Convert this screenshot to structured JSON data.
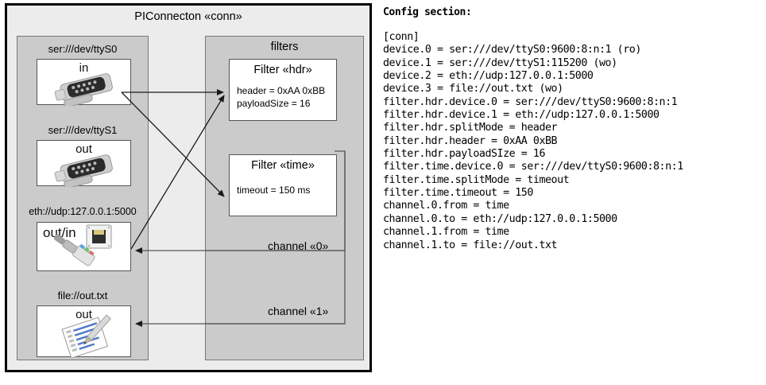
{
  "diagram": {
    "title": "PIConnecton «conn»",
    "devices_panel": {
      "items": [
        {
          "label": "ser:///dev/ttyS0",
          "io": "in",
          "icon": "serial-port-icon"
        },
        {
          "label": "ser:///dev/ttyS1",
          "io": "out",
          "icon": "serial-port-icon"
        },
        {
          "label": "eth://udp:127.0.0.1:5000",
          "io": "out/in",
          "icon": "ethernet-jack-icon"
        },
        {
          "label": "file://out.txt",
          "io": "out",
          "icon": "document-pencil-icon"
        }
      ]
    },
    "filters_panel": {
      "title": "filters",
      "filters": [
        {
          "title": "Filter «hdr»",
          "props": [
            "header = 0xAA 0xBB",
            "payloadSize = 16"
          ]
        },
        {
          "title": "Filter «time»",
          "props": [
            "timeout = 150 ms"
          ]
        }
      ],
      "channels": [
        {
          "label": "channel «0»"
        },
        {
          "label": "channel «1»"
        }
      ]
    },
    "colors": {
      "panel_gray": "#cbcbcb",
      "panel_background": "#ececec",
      "border": "#000000",
      "box_white": "#ffffff"
    }
  },
  "config": {
    "heading": "Config section:",
    "text": "[conn]\ndevice.0 = ser:///dev/ttyS0:9600:8:n:1 (ro)\ndevice.1 = ser:///dev/ttyS1:115200 (wo)\ndevice.2 = eth://udp:127.0.0.1:5000\ndevice.3 = file://out.txt (wo)\nfilter.hdr.device.0 = ser:///dev/ttyS0:9600:8:n:1\nfilter.hdr.device.1 = eth://udp:127.0.0.1:5000\nfilter.hdr.splitMode = header\nfilter.hdr.header = 0xAA 0xBB\nfilter.hdr.payloadSIze = 16\nfilter.time.device.0 = ser:///dev/ttyS0:9600:8:n:1\nfilter.time.splitMode = timeout\nfilter.time.timeout = 150\nchannel.0.from = time\nchannel.0.to = eth://udp:127.0.0.1:5000\nchannel.1.from = time\nchannel.1.to = file://out.txt",
    "lines": [
      "[conn]",
      "device.0 = ser:///dev/ttyS0:9600:8:n:1 (ro)",
      "device.1 = ser:///dev/ttyS1:115200 (wo)",
      "device.2 = eth://udp:127.0.0.1:5000",
      "device.3 = file://out.txt (wo)",
      "filter.hdr.device.0 = ser:///dev/ttyS0:9600:8:n:1",
      "filter.hdr.device.1 = eth://udp:127.0.0.1:5000",
      "filter.hdr.splitMode = header",
      "filter.hdr.header = 0xAA 0xBB",
      "filter.hdr.payloadSIze = 16",
      "filter.time.device.0 = ser:///dev/ttyS0:9600:8:n:1",
      "filter.time.splitMode = timeout",
      "filter.time.timeout = 150",
      "channel.0.from = time",
      "channel.0.to = eth://udp:127.0.0.1:5000",
      "channel.1.from = time",
      "channel.1.to = file://out.txt"
    ]
  }
}
